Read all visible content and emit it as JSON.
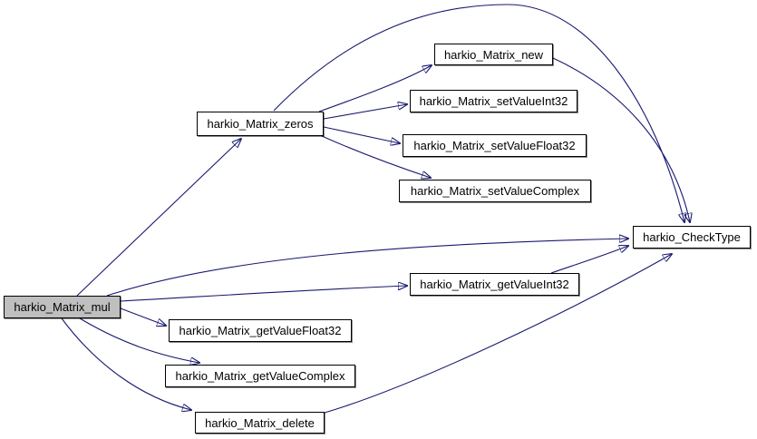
{
  "graph": {
    "type": "call-graph",
    "background_color": "#ffffff",
    "edge_color": "#191970",
    "node_border_color": "#000000",
    "node_fill_color": "#ffffff",
    "current_node_fill_color": "#bfbfbf",
    "text_color": "#000000",
    "nodes": [
      {
        "label": "harkio_Matrix_mul",
        "highlighted": true
      },
      {
        "label": "harkio_Matrix_zeros",
        "highlighted": false
      },
      {
        "label": "harkio_Matrix_new",
        "highlighted": false
      },
      {
        "label": "harkio_Matrix_setValueInt32",
        "highlighted": false
      },
      {
        "label": "harkio_Matrix_setValueFloat32",
        "highlighted": false
      },
      {
        "label": "harkio_Matrix_setValueComplex",
        "highlighted": false
      },
      {
        "label": "harkio_CheckType",
        "highlighted": false
      },
      {
        "label": "harkio_Matrix_getValueInt32",
        "highlighted": false
      },
      {
        "label": "harkio_Matrix_getValueFloat32",
        "highlighted": false
      },
      {
        "label": "harkio_Matrix_getValueComplex",
        "highlighted": false
      },
      {
        "label": "harkio_Matrix_delete",
        "highlighted": false
      }
    ],
    "edges": [
      {
        "from": "harkio_Matrix_mul",
        "to": "harkio_Matrix_zeros"
      },
      {
        "from": "harkio_Matrix_mul",
        "to": "harkio_CheckType"
      },
      {
        "from": "harkio_Matrix_mul",
        "to": "harkio_Matrix_getValueInt32"
      },
      {
        "from": "harkio_Matrix_mul",
        "to": "harkio_Matrix_getValueFloat32"
      },
      {
        "from": "harkio_Matrix_mul",
        "to": "harkio_Matrix_getValueComplex"
      },
      {
        "from": "harkio_Matrix_mul",
        "to": "harkio_Matrix_delete"
      },
      {
        "from": "harkio_Matrix_zeros",
        "to": "harkio_Matrix_new"
      },
      {
        "from": "harkio_Matrix_zeros",
        "to": "harkio_Matrix_setValueInt32"
      },
      {
        "from": "harkio_Matrix_zeros",
        "to": "harkio_Matrix_setValueFloat32"
      },
      {
        "from": "harkio_Matrix_zeros",
        "to": "harkio_Matrix_setValueComplex"
      },
      {
        "from": "harkio_Matrix_zeros",
        "to": "harkio_CheckType"
      },
      {
        "from": "harkio_Matrix_new",
        "to": "harkio_CheckType"
      },
      {
        "from": "harkio_Matrix_getValueInt32",
        "to": "harkio_CheckType"
      },
      {
        "from": "harkio_Matrix_delete",
        "to": "harkio_CheckType"
      }
    ]
  }
}
